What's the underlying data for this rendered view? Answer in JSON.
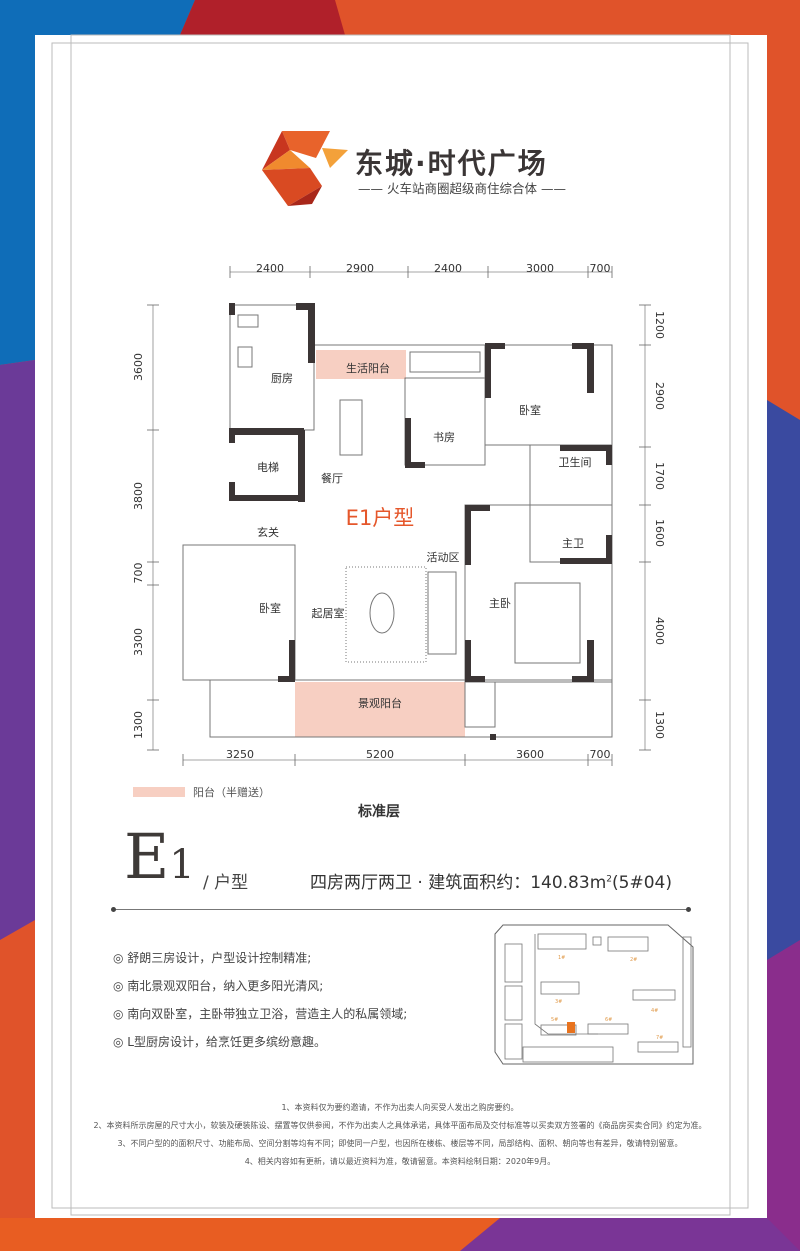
{
  "colors": {
    "blue": "#0f6db8",
    "red": "#b0202a",
    "orange": "#e0532a",
    "purple": "#6b3a98",
    "indigo": "#3a4aa0",
    "balcony": "#f7cfc2",
    "accent": "#e5572b",
    "wall": "#3b3535"
  },
  "brand": {
    "name": "东城·时代广场",
    "tagline": "—— 火车站商圈超级商住综合体 ——",
    "logo_icon": "star-logo"
  },
  "plan": {
    "unit_label": "E1户型",
    "rooms": {
      "kitchen": "厨房",
      "utility_balcony": "生活阳台",
      "study": "书房",
      "bedroom_north": "卧室",
      "elevator": "电梯",
      "dining": "餐厅",
      "bathroom": "卫生间",
      "master_bath": "主卫",
      "foyer": "玄关",
      "activity": "活动区",
      "bedroom_south": "卧室",
      "living": "起居室",
      "master_bedroom": "主卧",
      "view_balcony": "景观阳台"
    },
    "dims_top": [
      "2400",
      "2900",
      "2400",
      "3000",
      "700"
    ],
    "dims_bottom": [
      "3250",
      "5200",
      "3600",
      "700"
    ],
    "dims_left": [
      "3600",
      "3800",
      "700",
      "3300",
      "1300"
    ],
    "dims_right": [
      "1200",
      "2900",
      "1700",
      "1600",
      "4000",
      "1300"
    ]
  },
  "legend": {
    "label": "阳台（半赠送）"
  },
  "floor": "标准层",
  "unit": {
    "code": "E",
    "num": "1",
    "type_label": "/ 户型",
    "spec": "四房两厅两卫 · 建筑面积约：140.83m",
    "sup": "2",
    "spec_tail": "(5#04)"
  },
  "features": [
    "◎ 舒朗三房设计，户型设计控制精准;",
    "◎ 南北景观双阳台，纳入更多阳光清风;",
    "◎ 南向双卧室，主卧带独立卫浴，营造主人的私属领域;",
    "◎ L型厨房设计，给烹饪更多缤纷意趣。"
  ],
  "site_map": {
    "buildings": [
      "1#",
      "2#",
      "3#",
      "4#",
      "5#",
      "6#",
      "7#"
    ],
    "highlight": "5#"
  },
  "disclaimers": [
    "1、本资料仅为要约邀请，不作为出卖人向买受人发出之购房要约。",
    "2、本资料所示房屋的尺寸大小，软装及硬装陈设、摆置等仅供参阅，不作为出卖人之具体承诺，具体平面布局及交付标准等以买卖双方签署的《商品房买卖合同》约定为准。",
    "3、不同户型的的面积尺寸、功能布局、空间分割等均有不同；即使同一户型，也因所在楼栋、楼层等不同，局部结构、面积、朝向等也有差异，敬请特别留意。",
    "4、相关内容如有更新，请以最近资料为准，敬请留意。本资料绘制日期：2020年9月。"
  ]
}
